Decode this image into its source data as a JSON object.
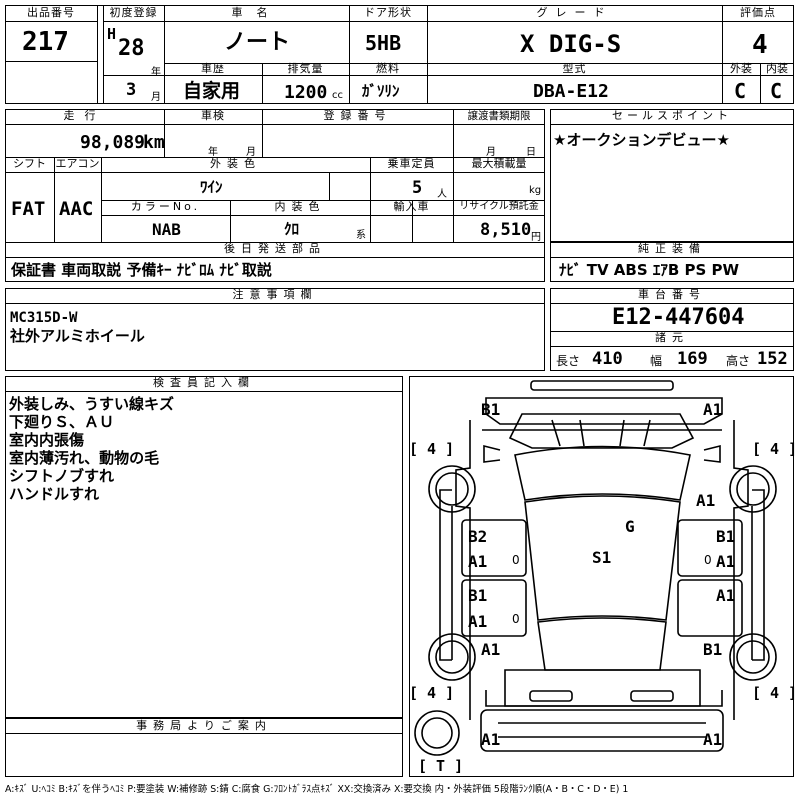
{
  "header": {
    "lot_label": "出品番号",
    "lot_no": "217",
    "first_reg_label": "初度登録",
    "era": "H",
    "year": "28",
    "year_unit": "年",
    "month": "3",
    "month_unit": "月",
    "name_label": "車名",
    "name": "ノート",
    "door_label": "ドア形状",
    "door": "5HB",
    "grade_label": "グレード",
    "grade": "X DIG-S",
    "score_label": "評価点",
    "score": "4",
    "history_label": "車歴",
    "history": "自家用",
    "displacement_label": "排気量",
    "displacement": "1200",
    "displacement_unit": "cc",
    "fuel_label": "燃料",
    "fuel": "ｶﾞｿﾘﾝ",
    "model_label": "型式",
    "model": "DBA-E12",
    "ext_label": "外装",
    "ext_grade": "C",
    "int_label": "内装",
    "int_grade": "C"
  },
  "details": {
    "mileage_label": "走行",
    "mileage": "98,089",
    "mileage_unit": "km",
    "inspection_label": "車検",
    "inspection_year_unit": "年",
    "inspection_month_unit": "月",
    "regno_label": "登録番号",
    "transfer_label": "譲渡書類期限",
    "transfer_month_unit": "月",
    "transfer_day_unit": "日",
    "shift_label": "シフト",
    "shift": "FAT",
    "ac_label": "エアコン",
    "ac": "AAC",
    "ext_color_label": "外装色",
    "ext_color": "ﾜｲﾝ",
    "capacity_label": "乗車定員",
    "capacity": "5",
    "capacity_unit": "人",
    "load_label": "最大積載量",
    "load_unit": "kg",
    "color_no_label": "カラーNo.",
    "color_no": "NAB",
    "int_color_label": "内装色",
    "int_color": "ｸﾛ",
    "int_color_unit": "系",
    "import_label": "輸入車",
    "recycle_label": "リサイクル預託金",
    "recycle": "8,510",
    "recycle_unit": "円",
    "later_parts_label": "後日発送部品",
    "later_parts": "保証書 車両取説 予備ｷｰ ﾅﾋﾞﾛﾑ ﾅﾋﾞ取説"
  },
  "sales": {
    "label": "セールスポイント",
    "text": "★オークションデビュー★"
  },
  "equipment": {
    "label": "純正装備",
    "text": "ﾅﾋﾞ TV ABS ｴｱB PS PW"
  },
  "notes": {
    "label": "注意事項欄",
    "line1": "MC315D-W",
    "line2": "社外アルミホイール"
  },
  "chassis": {
    "label": "車台番号",
    "value": "E12-447604"
  },
  "specs": {
    "label": "諸元",
    "length_label": "長さ",
    "length": "410",
    "width_label": "幅",
    "width": "169",
    "height_label": "高さ",
    "height": "152"
  },
  "inspector": {
    "label": "検査員記入欄",
    "lines": [
      "外装しみ、うすい線キズ",
      "下廻りＳ、ＡＵ",
      "室内内張傷",
      "室内薄汚れ、動物の毛",
      "シフトノブすれ",
      "ハンドルすれ"
    ]
  },
  "office": {
    "label": "事務局よりご案内"
  },
  "diagram": {
    "marks": {
      "front_left": "B1",
      "front_right": "A1",
      "fender_right": "A1",
      "roof": "G",
      "cabin": "S1",
      "left_front_door_top": "B2",
      "left_front_door_bottom": "A1",
      "left_rear_door_top": "B1",
      "left_rear_door_bottom": "A1",
      "right_front_door_top": "B1",
      "right_front_door_bottom": "A1",
      "right_rear_door": "A1",
      "rear_fender_left": "A1",
      "rear_fender_right": "B1",
      "rear_left": "A1",
      "rear_right": "A1"
    },
    "tire_fl": "[ 4 ]",
    "tire_fr": "[ 4 ]",
    "tire_rl": "[ 4 ]",
    "tire_rr": "[ 4 ]",
    "spare": "[ T ]",
    "door_zero": "0"
  },
  "legend": "A:ｷｽﾞ U:ﾍｺﾐ B:ｷｽﾞを伴うﾍｺﾐ P:要塗装 W:補修跡 S:錆 C:腐食 G:ﾌﾛﾝﾄｶﾞﾗｽ点ｷｽﾞ XX:交換済み X:要交換 内・外装評価 5段階ﾗﾝｸ順(A・B・C・D・E) 1"
}
